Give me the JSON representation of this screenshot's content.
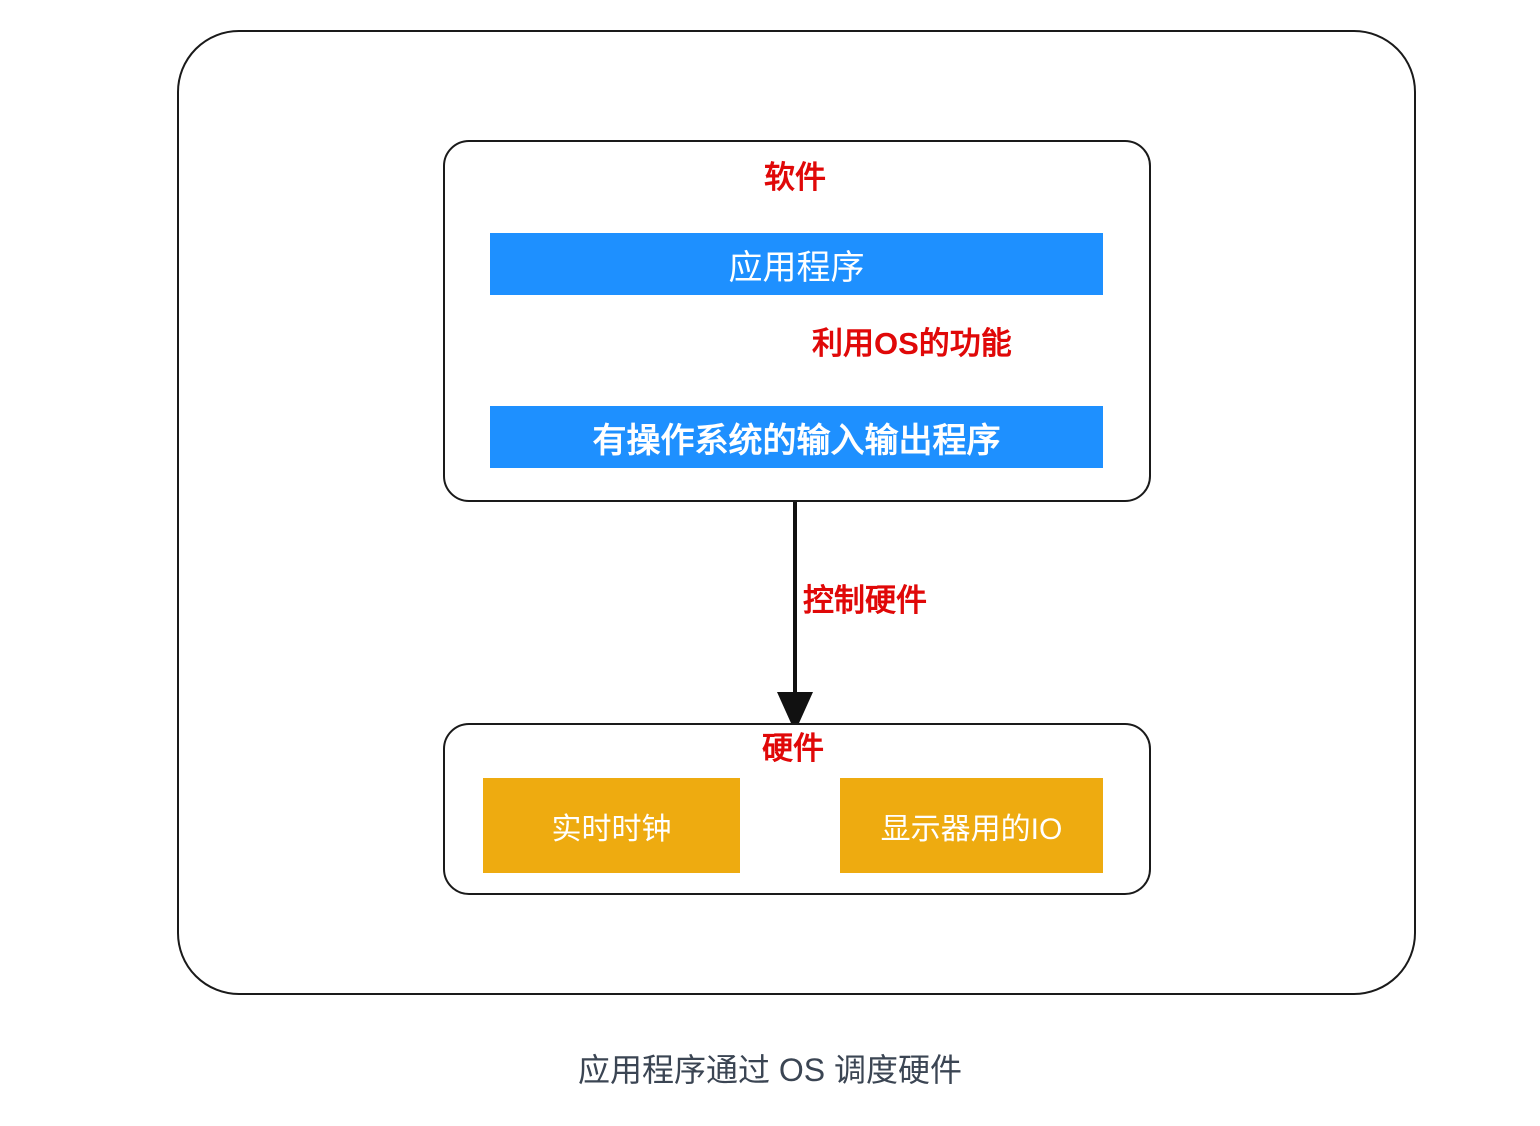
{
  "diagram": {
    "caption": "应用程序通过 OS 调度硬件",
    "colors": {
      "software_block": "#1e90ff",
      "hardware_block": "#eeab10",
      "label_red": "#e00808",
      "stroke": "#1a1a1a",
      "caption_text": "#3b4553",
      "background": "#ffffff"
    },
    "outer_frame": {
      "name": "system-boundary"
    },
    "groups": [
      {
        "id": "software",
        "title": "软件",
        "blocks": [
          {
            "id": "app-program",
            "label": "应用程序",
            "color": "#1e90ff"
          },
          {
            "id": "os-io-program",
            "label": "有操作系统的输入输出程序",
            "color": "#1e90ff"
          }
        ]
      },
      {
        "id": "hardware",
        "title": "硬件",
        "blocks": [
          {
            "id": "realtime-clock",
            "label": "实时时钟",
            "color": "#eeab10"
          },
          {
            "id": "display-io",
            "label": "显示器用的IO",
            "color": "#eeab10"
          }
        ]
      }
    ],
    "arrows": [
      {
        "id": "app-to-os",
        "label": "利用OS的功能",
        "from": "app-program",
        "to": "os-io-program",
        "direction": "down"
      },
      {
        "id": "os-to-hardware",
        "label": "控制硬件",
        "from": "os-io-program",
        "to": "hardware",
        "direction": "down"
      }
    ]
  }
}
